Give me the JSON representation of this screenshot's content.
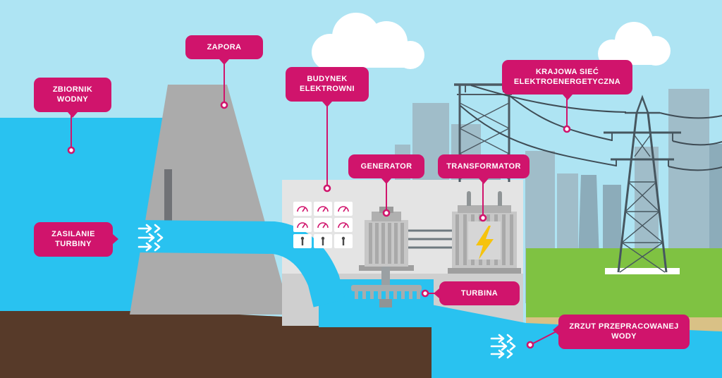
{
  "callouts": [
    {
      "id": "zbiornik-wodny",
      "text": "ZBIORNIK WODNY"
    },
    {
      "id": "zapora",
      "text": "ZAPORA"
    },
    {
      "id": "budynek-elektrowni",
      "text": "BUDYNEK ELEKTROWNI"
    },
    {
      "id": "generator",
      "text": "GENERATOR"
    },
    {
      "id": "transformator",
      "text": "TRANSFORMATOR"
    },
    {
      "id": "krajowa-siec-elektroenergetyczna",
      "text": "KRAJOWA SIEĆ ELEKTROENERGETYCZNA"
    },
    {
      "id": "zasilanie-turbiny",
      "text": "ZASILANIE TURBINY"
    },
    {
      "id": "turbina",
      "text": "TURBINA"
    },
    {
      "id": "zrzut-przepracowanej-wody",
      "text": "ZRZUT PRZEPRACOWANEJ WODY"
    }
  ],
  "colors": {
    "label_bg": "#d0146c",
    "sky": "#aee4f3",
    "cloud": "#ffffff",
    "water": "#29c2f0",
    "dam": "#ababab",
    "building": "#e4e4e4",
    "foundation": "#cfcfcf",
    "grass": "#7fc242",
    "sand": "#d9c186",
    "ground": "#573a29",
    "skyline": "#a0bdc9",
    "lightning": "#f6c30d"
  }
}
